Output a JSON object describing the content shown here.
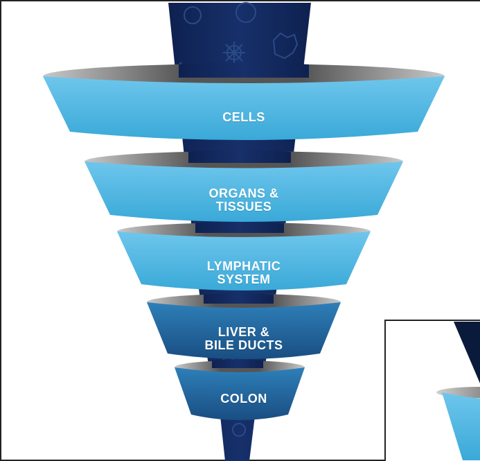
{
  "diagram": {
    "stages": [
      {
        "label": "CELLS"
      },
      {
        "label": "ORGANS &\nTISSUES"
      },
      {
        "label": "LYMPHATIC\nSYSTEM"
      },
      {
        "label": "LIVER &\nBILE DUCTS"
      },
      {
        "label": "COLON"
      }
    ],
    "colors": {
      "column": "#12295c",
      "band_light_top": "#6ec6ec",
      "band_light_bottom": "#3aa9d8",
      "band_dark_top": "#2e7fb9",
      "band_dark_bottom": "#194e82",
      "rim_inner": "#4d4d4d",
      "rim_edge": "#d0d0d0",
      "motif": "#2a4a86"
    }
  }
}
